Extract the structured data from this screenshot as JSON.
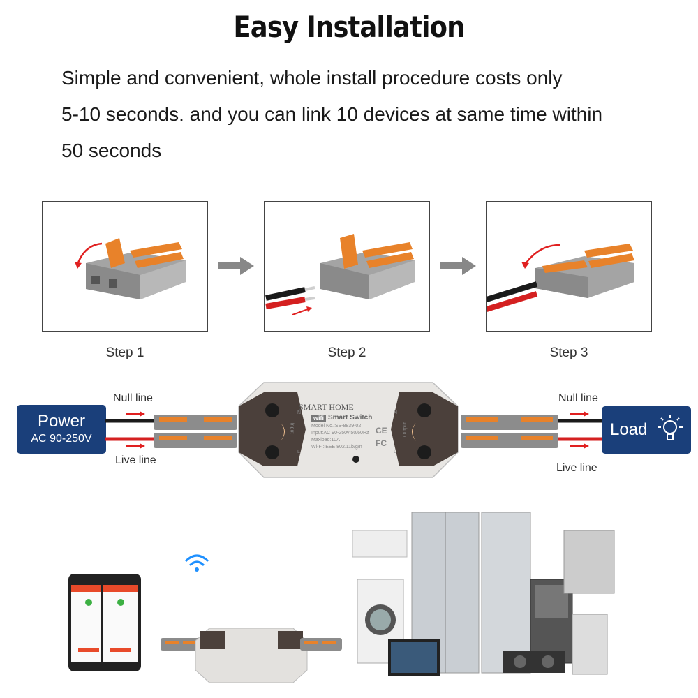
{
  "title": "Easy Installation",
  "intro": {
    "line1": "Simple and convenient, whole install procedure costs only",
    "line2": "5-10 seconds. and you can link 10 devices at same time within",
    "line3": "50 seconds"
  },
  "steps": [
    {
      "label": "Step 1"
    },
    {
      "label": "Step 2"
    },
    {
      "label": "Step 3"
    }
  ],
  "wiring": {
    "power_label": "Power",
    "power_range": "AC 90-250V",
    "load_label": "Load",
    "null_line_left": "Null line",
    "live_line_left": "Live line",
    "null_line_right": "Null line",
    "live_line_right": "Live line"
  },
  "device": {
    "brand": "SMART HOME",
    "wifi_badge": "wifi",
    "product": "Smart Switch",
    "spec_model": "Model No.:SS-8839-02",
    "spec_input": "Input:AC 90-250v 50/60Hz",
    "spec_maxload": "Maxload:10A",
    "spec_wifi": "Wi-Fi:IEEE 802.11b/g/n",
    "input_label": "Input",
    "output_label": "Output",
    "terminal_n": "N",
    "terminal_l": "L",
    "ce_mark": "CE",
    "fc_mark": "FC"
  },
  "colors": {
    "badge_blue": "#1a3f7a",
    "lever_orange": "#e8822a",
    "connector_gray": "#8c8c8c",
    "wire_red": "#d42020",
    "arrow_red": "#e02020"
  }
}
